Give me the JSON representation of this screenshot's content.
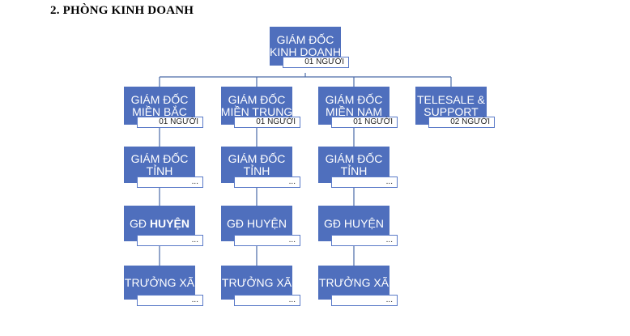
{
  "heading": "2. PHÒNG KINH DOANH",
  "colors": {
    "box": "#4f6fbd",
    "line": "#4a6aa8",
    "sub_border": "#5a7ac8"
  },
  "nodes": {
    "root": {
      "line1": "GIÁM ĐỐC",
      "line2": "KINH DOANH",
      "count": "01 NGƯỜI"
    },
    "mb": {
      "line1": "GIÁM ĐỐC",
      "line2": "MIỀN BẮC",
      "count": "01 NGƯỜI"
    },
    "mt": {
      "line1": "GIÁM ĐỐC",
      "line2": "MIỀN TRUNG",
      "count": "01 NGƯỜI"
    },
    "mn": {
      "line1": "GIÁM ĐỐC",
      "line2": "MIỀN NAM",
      "count": "01 NGƯỜI"
    },
    "ts": {
      "line1": "TELESALE &",
      "line2": "SUPPORT",
      "count": "02 NGƯỜI"
    },
    "tinh1": {
      "line1": "GIÁM ĐỐC",
      "line2": "TỈNH",
      "count": "..."
    },
    "tinh2": {
      "line1": "GIÁM ĐỐC",
      "line2": "TỈNH",
      "count": "..."
    },
    "tinh3": {
      "line1": "GIÁM ĐỐC",
      "line2": "TỈNH",
      "count": "..."
    },
    "huyen1": {
      "prefix": "GĐ ",
      "bold": "HUYỆN",
      "count": "..."
    },
    "huyen2": {
      "line1": "GĐ HUYỆN",
      "count": "..."
    },
    "huyen3": {
      "line1": "GĐ HUYỆN",
      "count": "..."
    },
    "xa1": {
      "line1": "TRƯỞNG XÃ",
      "count": "..."
    },
    "xa2": {
      "line1": "TRƯỞNG XÃ",
      "count": "..."
    },
    "xa3": {
      "line1": "TRƯỞNG XÃ",
      "count": "..."
    }
  }
}
